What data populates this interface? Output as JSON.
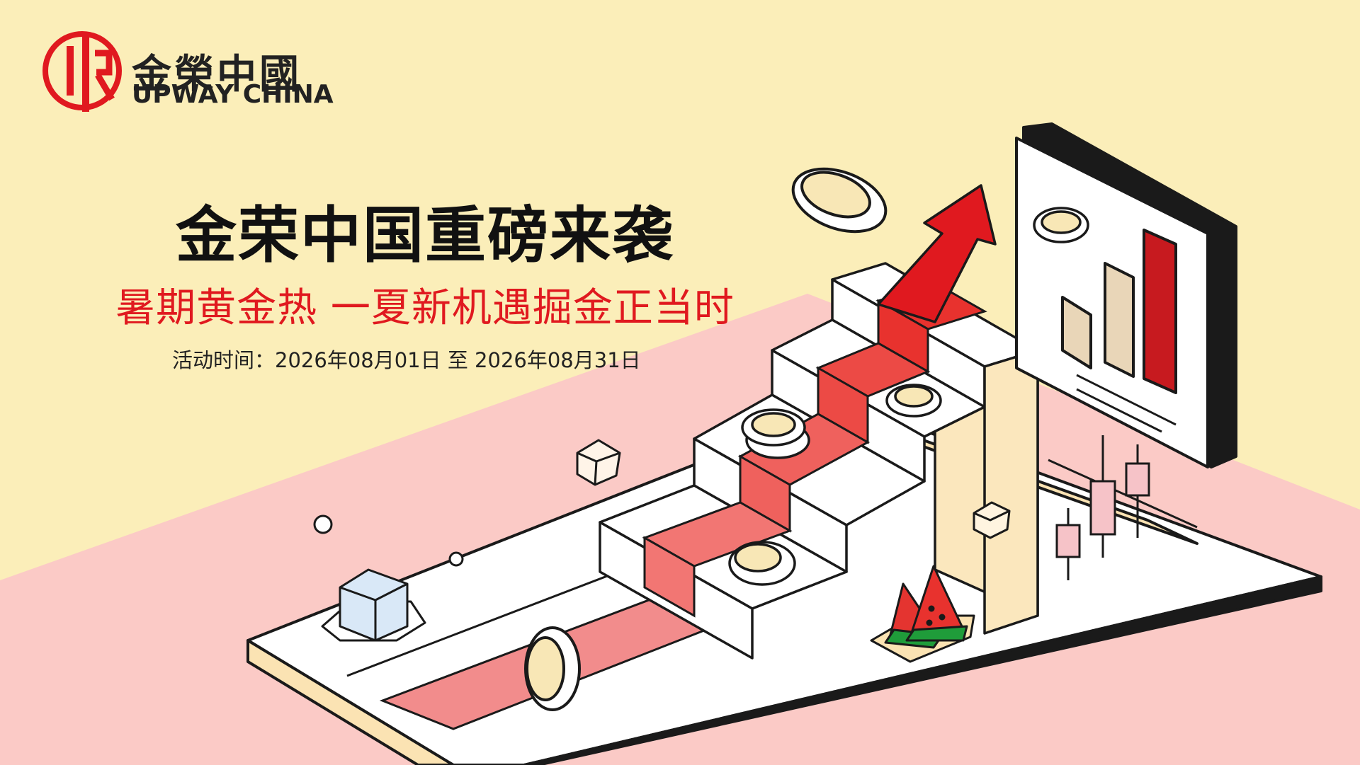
{
  "brand": {
    "name_cn": "金榮中國",
    "name_en": "UPWAY CHINA",
    "color": "#e0191f"
  },
  "promo": {
    "headline": "金荣中国重磅来袭",
    "subline": "暑期黄金热 一夏新机遇掘金正当时",
    "period_label": "活动时间：",
    "period_value": "2026年08月01日 至 2026年08月31日"
  },
  "colors": {
    "background": "#fbeeb9",
    "pink_band": "#fbcac6",
    "accent_red": "#e0191f",
    "coin_fill": "#f8e7b6"
  },
  "icons": [
    "logo-mark",
    "staircase-illustration",
    "rising-arrow-icon",
    "bar-chart-board-icon",
    "coin-icon",
    "ice-cube-icon",
    "watermelon-icon",
    "candlestick-icon"
  ]
}
